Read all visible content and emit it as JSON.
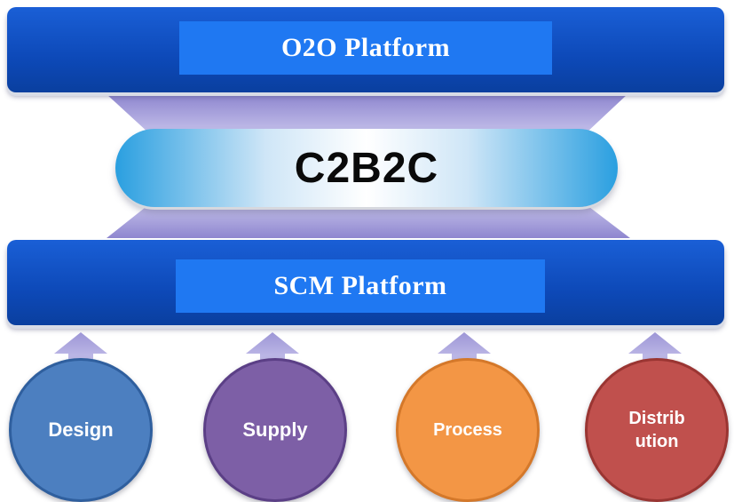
{
  "top_platform": {
    "label": "O2O Platform"
  },
  "core": {
    "label": "C2B2C"
  },
  "bottom_platform": {
    "label": "SCM Platform"
  },
  "inputs": [
    {
      "label": "Design",
      "color": "#4c7fc0",
      "border": "#2f5f9e"
    },
    {
      "label": "Supply",
      "color": "#7d5fa6",
      "border": "#5b3f86"
    },
    {
      "label": "Process",
      "color": "#f39645",
      "border": "#d4782a"
    },
    {
      "label": "Distrib\nution",
      "color": "#c0504d",
      "border": "#9a3532"
    }
  ],
  "colors": {
    "platform_blue": "#0d49b8",
    "label_box_blue": "#1f78f2",
    "connector_lavender": "#a9a3d9",
    "arrow_lavender": "#aea8dc"
  }
}
